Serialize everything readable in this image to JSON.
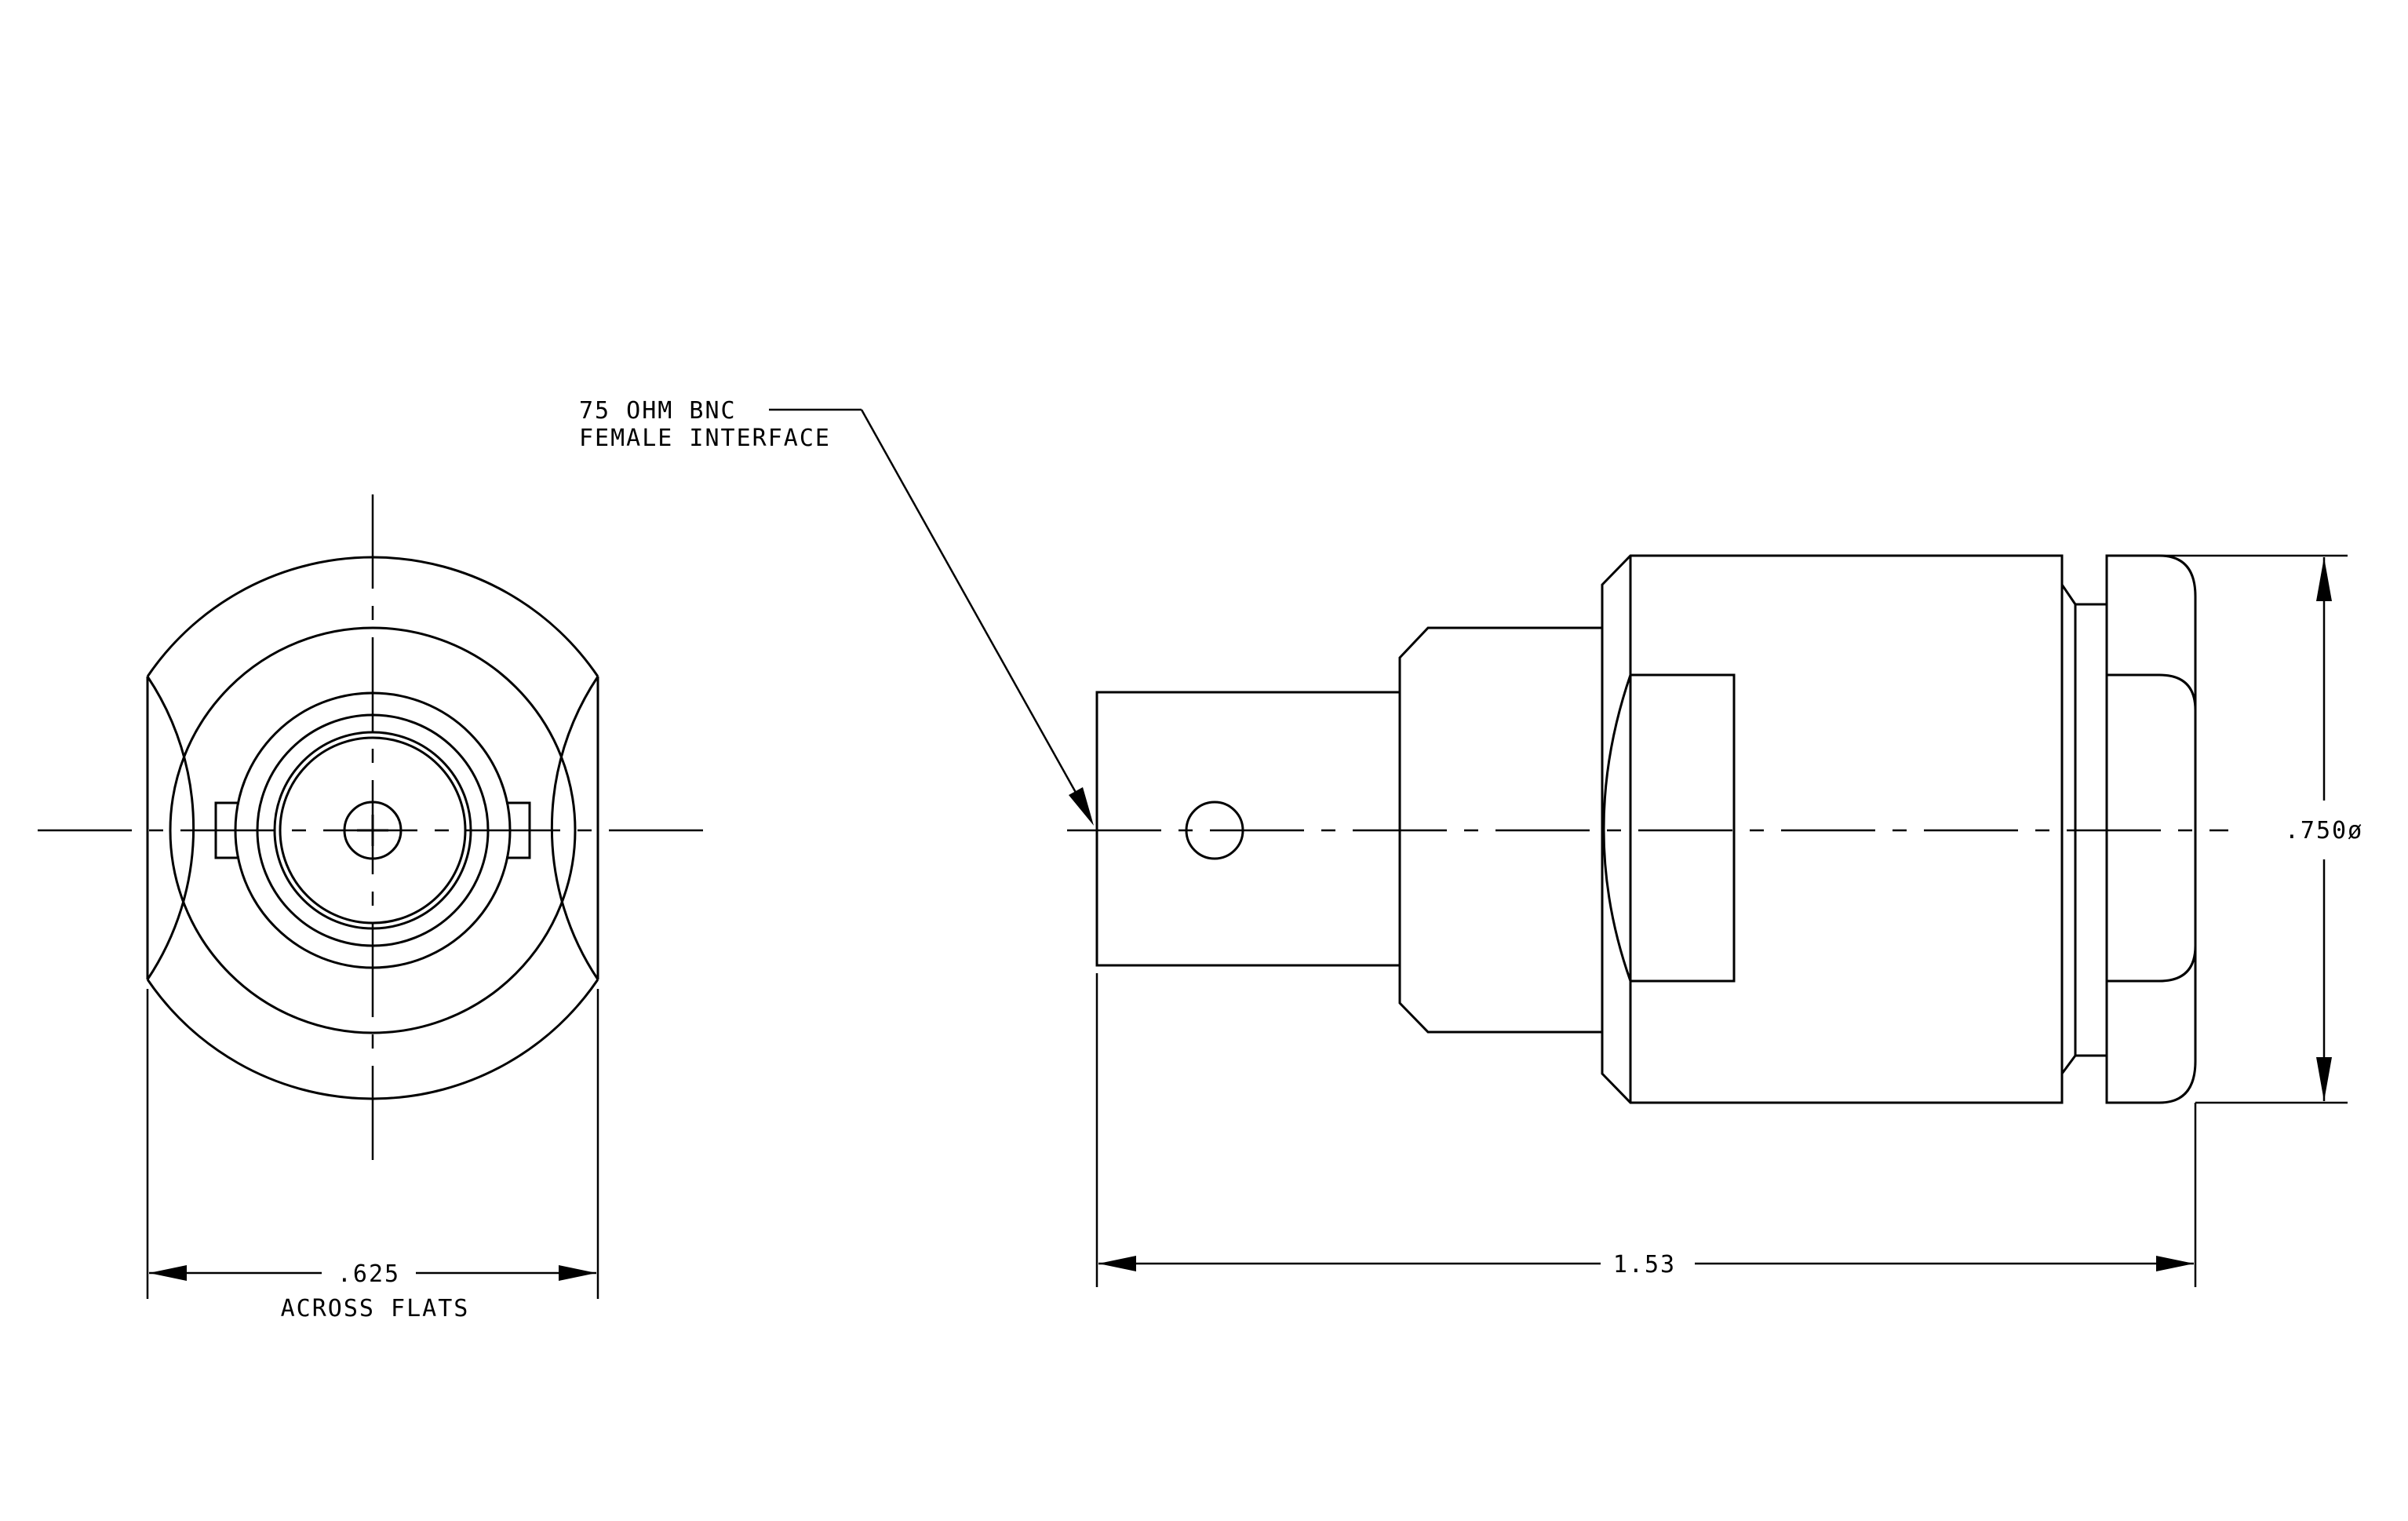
{
  "labels": {
    "callout_line1": "75 OHM BNC",
    "callout_line2": "FEMALE INTERFACE",
    "flats_dim": ".625",
    "flats_note": "ACROSS FLATS",
    "length_dim": "1.53",
    "diameter_dim": ".750ø"
  }
}
